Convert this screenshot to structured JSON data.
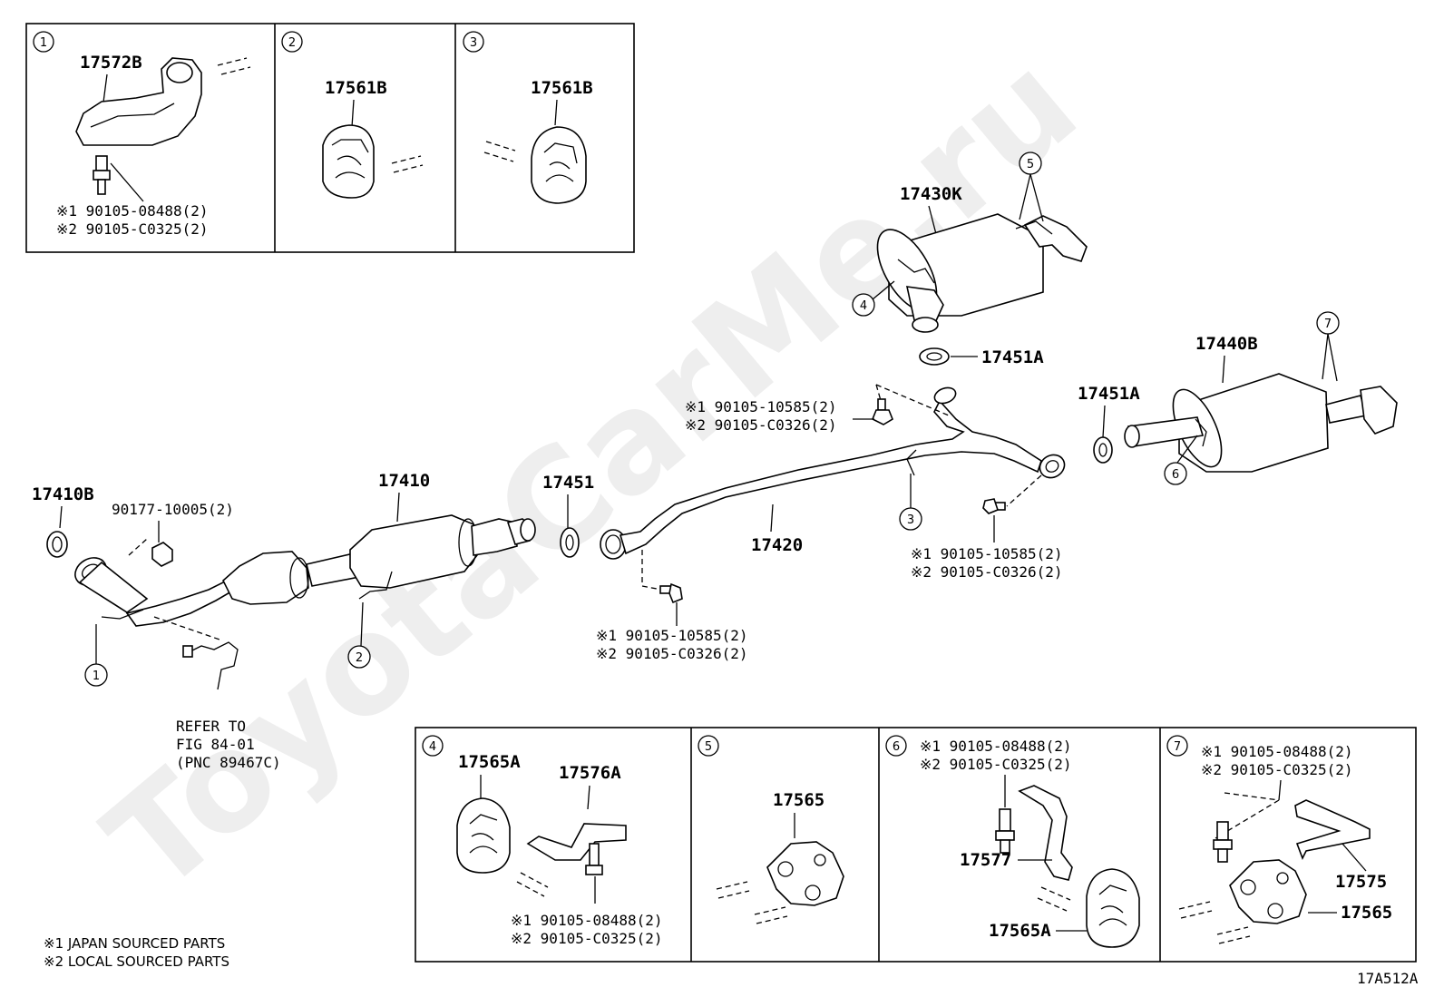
{
  "watermark": "ToyotaCarMe.ru",
  "figure_code": "17A512A",
  "legend": {
    "n1": "※1  JAPAN SOURCED PARTS",
    "n2": "※2  LOCAL SOURCED PARTS"
  },
  "callout_numbers": [
    "1",
    "2",
    "3",
    "4",
    "5",
    "6",
    "7"
  ],
  "refer": {
    "l1": "REFER TO",
    "l2": "FIG 84-01",
    "l3": "(PNC 89467C)"
  },
  "parts": {
    "p17572B": "17572B",
    "p17561B_a": "17561B",
    "p17561B_b": "17561B",
    "p17430K": "17430K",
    "p17451A_a": "17451A",
    "p17440B": "17440B",
    "p17451A_b": "17451A",
    "p17410B": "17410B",
    "p17410": "17410",
    "p17451": "17451",
    "p17420": "17420",
    "p17565A_a": "17565A",
    "p17576A": "17576A",
    "p17565_a": "17565",
    "p17577": "17577",
    "p17565A_b": "17565A",
    "p17575": "17575",
    "p17565_b": "17565",
    "nut": "90177-10005(2)"
  },
  "bolts": {
    "b1_1": "※1  90105-08488(2)",
    "b1_2": "※2  90105-C0325(2)",
    "bmid_1": "※1  90105-10585(2)",
    "bmid_2": "※2  90105-C0326(2)",
    "bfront_1": "※1  90105-10585(2)",
    "bfront_2": "※2  90105-C0326(2)",
    "brear_1": "※1  90105-10585(2)",
    "brear_2": "※2  90105-C0326(2)",
    "b4_1": "※1  90105-08488(2)",
    "b4_2": "※2  90105-C0325(2)",
    "b6_1": "※1  90105-08488(2)",
    "b6_2": "※2  90105-C0325(2)",
    "b7_1": "※1  90105-08488(2)",
    "b7_2": "※2  90105-C0325(2)"
  }
}
